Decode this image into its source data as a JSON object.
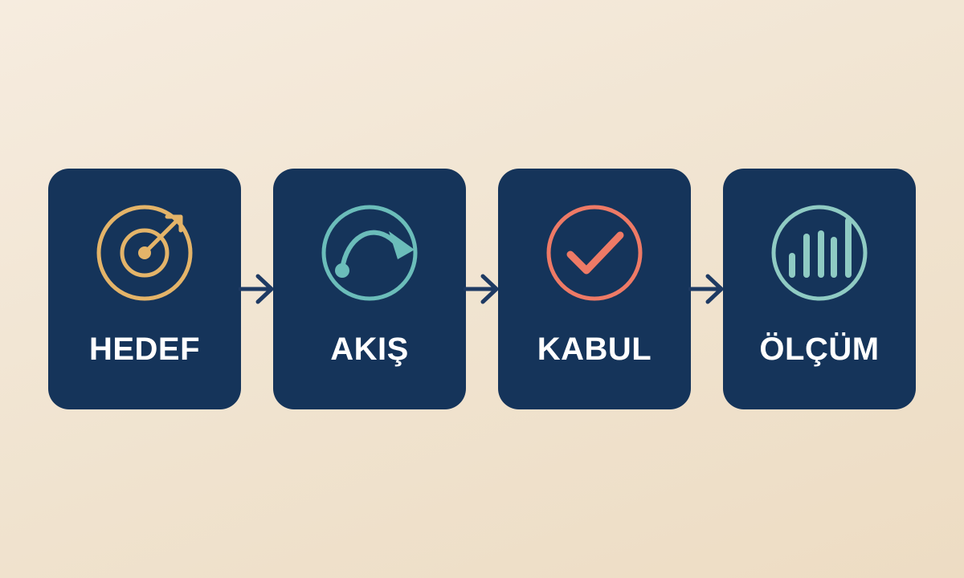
{
  "steps": [
    {
      "label": "HEDEF",
      "icon": "target-icon",
      "color": "#e4b469"
    },
    {
      "label": "AKIŞ",
      "icon": "curved-arrow-icon",
      "color": "#6bbdba"
    },
    {
      "label": "KABUL",
      "icon": "checkmark-icon",
      "color": "#ee7a66"
    },
    {
      "label": "ÖLÇÜM",
      "icon": "bar-chart-icon",
      "color": "#8fcbc3"
    }
  ],
  "colors": {
    "card": "#15345a",
    "connector": "#1e3a63",
    "background": "#f3e7d6"
  }
}
